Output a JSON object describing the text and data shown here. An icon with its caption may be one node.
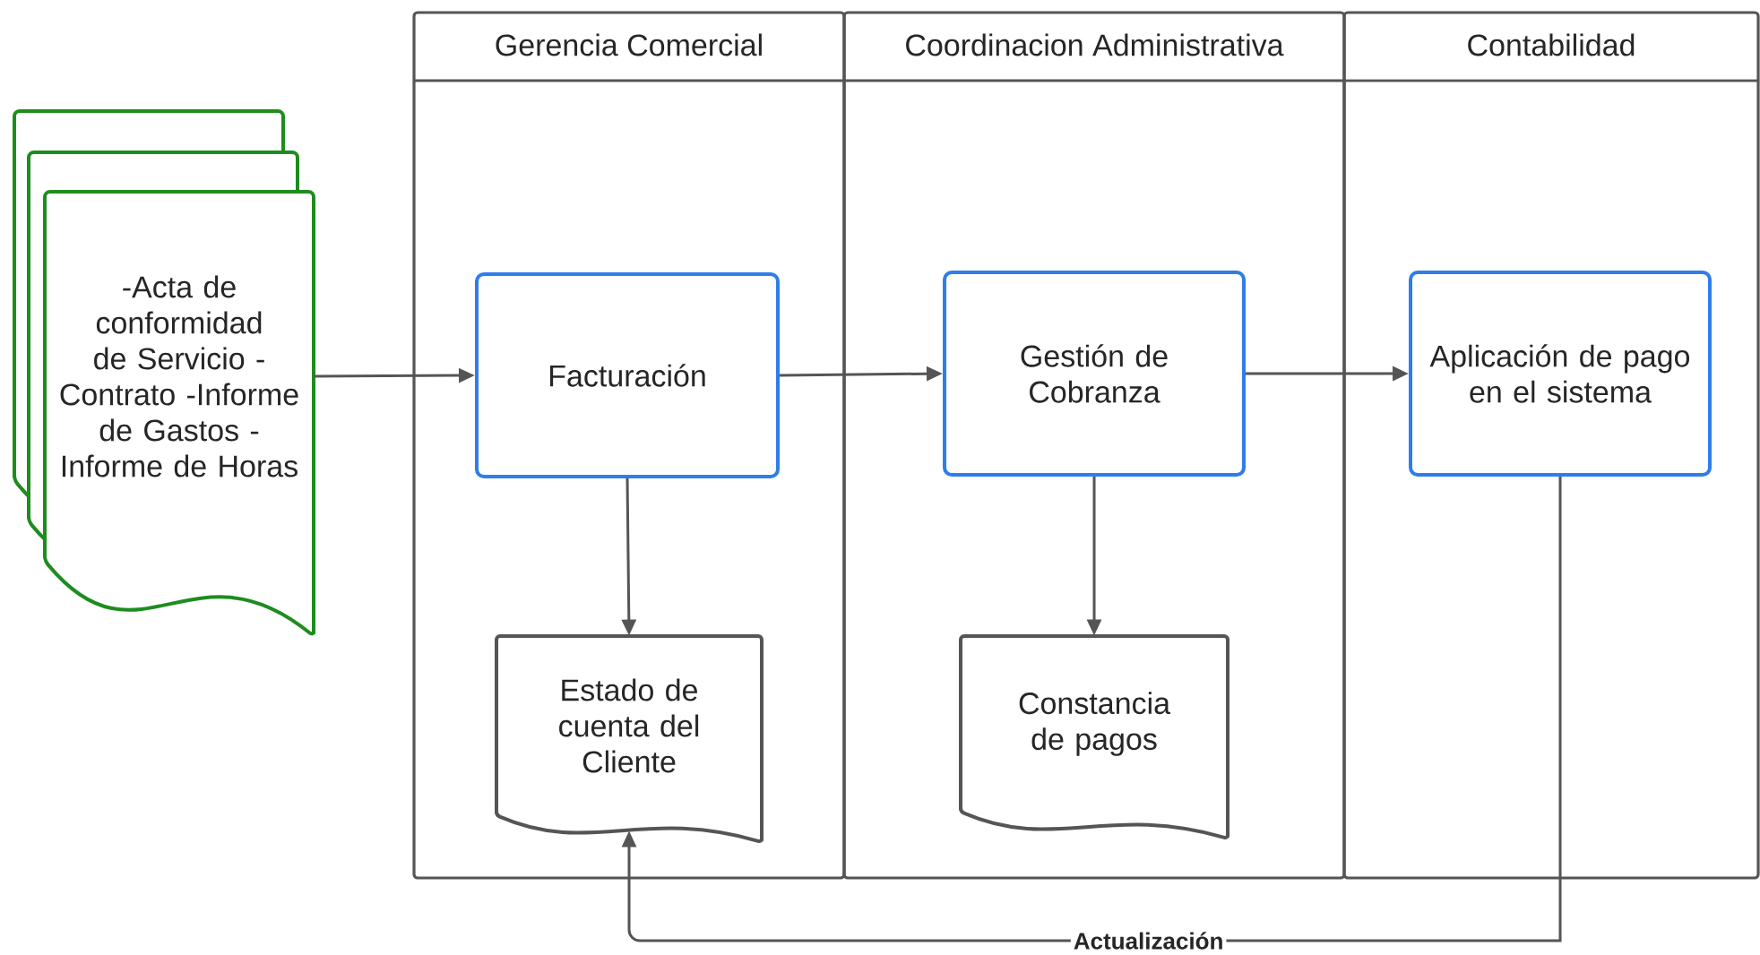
{
  "diagram": {
    "nodes": [
      {
        "text": [
          "Gerencia Comercial"
        ]
      },
      {
        "text": [
          "Coordinacion Administrativa"
        ]
      },
      {
        "text": [
          "Contabilidad"
        ]
      },
      {
        "text": [
          "-Acta de conformidad de Servicio -Contrato -Informe de Gastos - Informe de Horas"
        ]
      },
      {
        "text": [
          "Facturación"
        ],
        "in": 0
      },
      {
        "text": [
          "Estado de cuenta del Cliente"
        ],
        "in": 0
      },
      {
        "text": [
          "Gestión de Cobranza"
        ],
        "in": 1
      },
      {
        "text": [
          "Constancia de pagos"
        ],
        "in": 1
      },
      {
        "text": [
          "Aplicación de pago en el sistema"
        ],
        "in": 2
      }
    ],
    "edges": [
      {
        "from": 3,
        "to": 4,
        "arrow": "to"
      },
      {
        "from": 4,
        "to": 6,
        "arrow": "to"
      },
      {
        "from": 6,
        "to": 8,
        "arrow": "to"
      },
      {
        "from": 4,
        "to": 5,
        "arrow": "to"
      },
      {
        "from": 6,
        "to": 7,
        "arrow": "to"
      },
      {
        "from": 8,
        "to": 5,
        "arrow": "to",
        "label": "Actualización"
      }
    ]
  }
}
